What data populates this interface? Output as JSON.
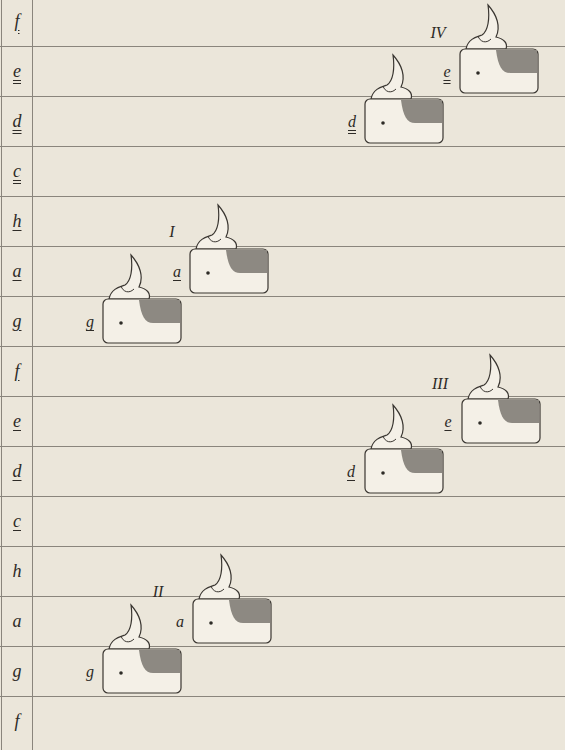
{
  "diagram": {
    "labels": [
      "f",
      "e",
      "d",
      "c",
      "h",
      "a",
      "g",
      "f",
      "e",
      "d",
      "c",
      "h",
      "a",
      "g",
      "f",
      "IV",
      "e",
      "d",
      "I",
      "a",
      "g",
      "III",
      "e",
      "d",
      "II",
      "a",
      "g"
    ]
  }
}
